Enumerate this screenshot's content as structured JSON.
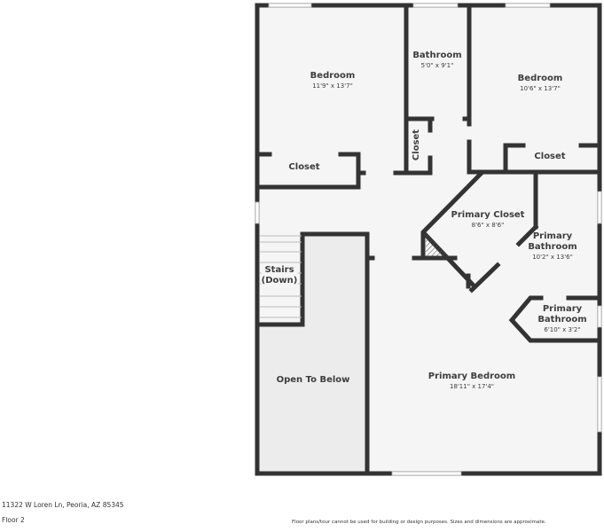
{
  "floorplan": {
    "floor_label": "Floor 2",
    "address": "11322 W Loren Ln, Peoria, AZ 85345",
    "disclaimer": "Floor plans/tour cannot be used for building or design purposes. Sizes and dimensions are approximate.",
    "colors": {
      "wall": "#333333",
      "floor": "#f5f5f5",
      "text": "#3d3d3d",
      "background": "#ffffff",
      "open_area": "#ececec"
    },
    "rooms": [
      {
        "id": "bedroom-1",
        "name": "Bedroom",
        "dimensions": "11'9\" x 13'7\""
      },
      {
        "id": "bathroom",
        "name": "Bathroom",
        "dimensions": "5'0\" x 9'1\""
      },
      {
        "id": "bedroom-2",
        "name": "Bedroom",
        "dimensions": "10'6\" x 13'7\""
      },
      {
        "id": "closet-1",
        "name": "Closet"
      },
      {
        "id": "closet-2",
        "name": "Closet"
      },
      {
        "id": "closet-3",
        "name": "Closet"
      },
      {
        "id": "primary-closet",
        "name": "Primary Closet",
        "dimensions": "8'6\" x 8'6\""
      },
      {
        "id": "primary-bathroom",
        "name": "Primary\nBathroom",
        "name_line1": "Primary",
        "name_line2": "Bathroom",
        "dimensions": "10'2\" x 13'6\""
      },
      {
        "id": "primary-bathroom-2",
        "name_line1": "Primary",
        "name_line2": "Bathroom",
        "dimensions": "6'10\" x 3'2\""
      },
      {
        "id": "stairs",
        "name_line1": "Stairs",
        "name_line2": "(Down)"
      },
      {
        "id": "open-to-below",
        "name": "Open To Below"
      },
      {
        "id": "primary-bedroom",
        "name": "Primary Bedroom",
        "dimensions": "18'11\" x 17'4\""
      }
    ]
  }
}
